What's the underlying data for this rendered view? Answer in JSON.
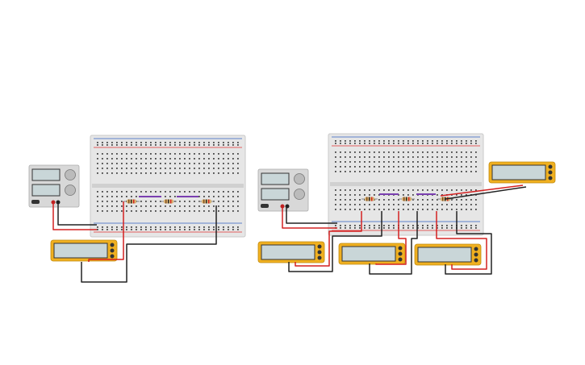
{
  "workspace": {
    "background": "#ffffff"
  },
  "colors": {
    "breadboard": "#e6e6e6",
    "breadboard_edge": "#c9c9c9",
    "hole": "#444444",
    "rail_red": "#e03030",
    "rail_blue": "#3060c0",
    "wire_red": "#d42020",
    "wire_black": "#222222",
    "jumper_purple": "#7a3fb0",
    "multimeter_body": "#f0b020",
    "multimeter_screen": "#c9d6d8",
    "supply_body": "#d8d8d8",
    "supply_screen": "#c9d6d8"
  },
  "circuits": [
    {
      "id": "series-circuit-left",
      "components": [
        "power-supply",
        "breadboard",
        "resistor",
        "resistor",
        "resistor",
        "multimeter"
      ]
    },
    {
      "id": "series-circuit-right",
      "components": [
        "power-supply",
        "breadboard",
        "resistor",
        "resistor",
        "resistor",
        "multimeter",
        "multimeter",
        "multimeter",
        "multimeter"
      ]
    }
  ],
  "icons": {
    "power_supply": "dc-power-supply-icon",
    "multimeter": "multimeter-icon",
    "resistor": "resistor-icon",
    "breadboard": "breadboard-icon"
  }
}
